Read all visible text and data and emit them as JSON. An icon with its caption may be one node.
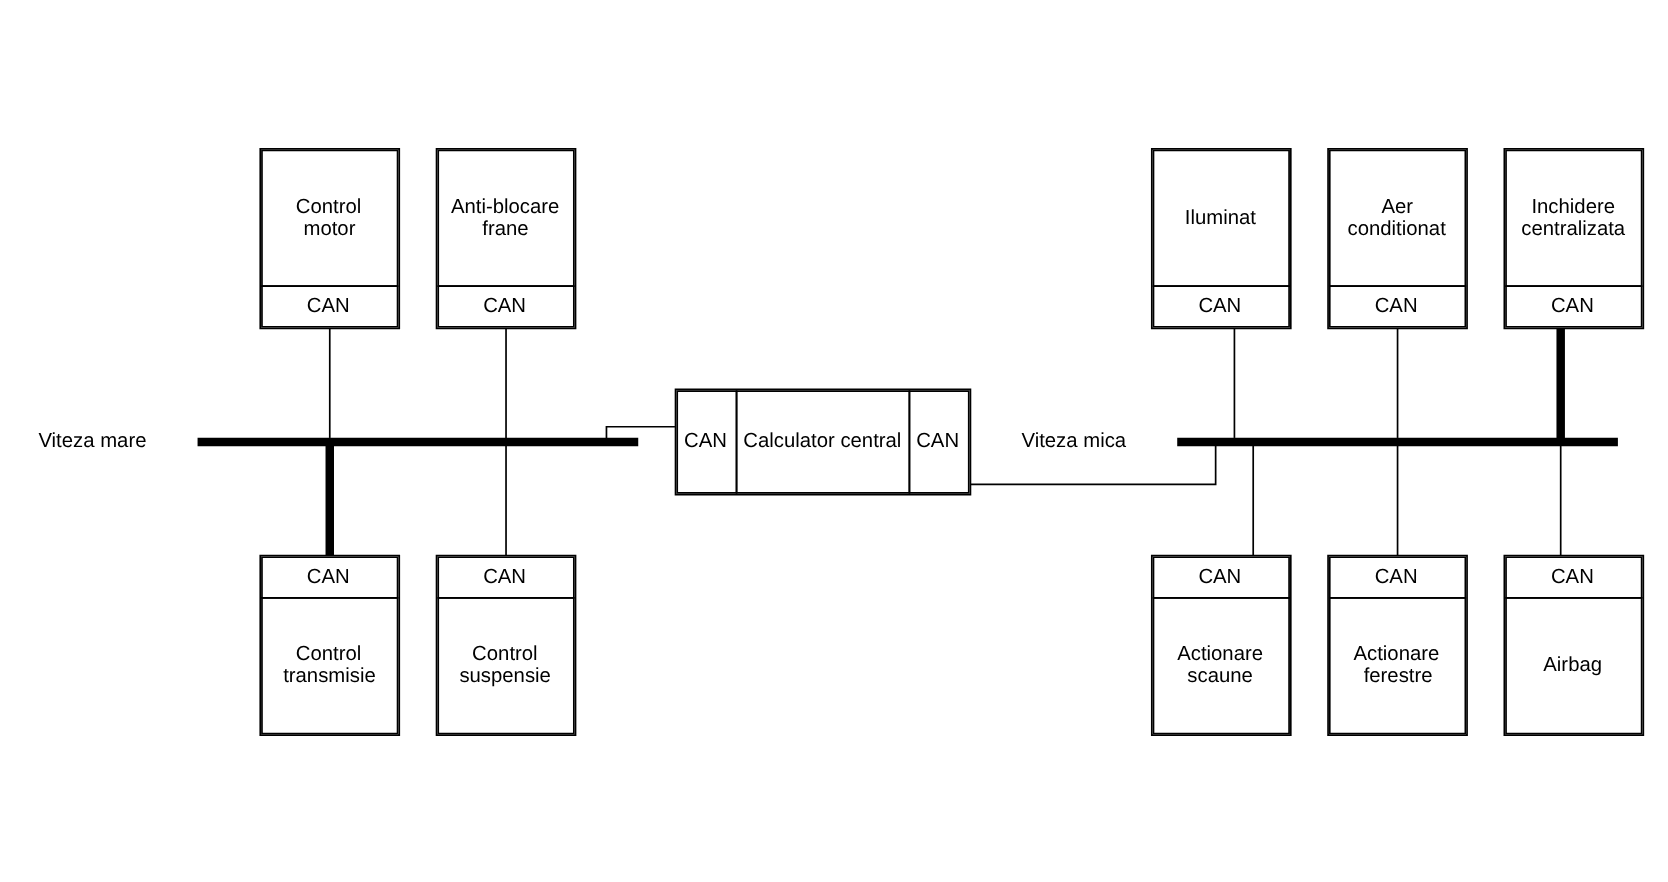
{
  "diagram": {
    "nodes": [
      {
        "text": [
          "Control motor",
          "CAN"
        ]
      },
      {
        "text": [
          "Anti-blocare frane",
          "CAN"
        ]
      },
      {
        "text": [
          "Iluminat",
          "CAN"
        ]
      },
      {
        "text": [
          "Aer conditionat",
          "CAN"
        ]
      },
      {
        "text": [
          "Inchidere centralizata",
          "CAN"
        ]
      },
      {
        "text": [],
        "shape": "bar"
      },
      {
        "text": [
          "CAN",
          "Calculator central",
          "CAN"
        ]
      },
      {
        "text": [],
        "shape": "bar"
      },
      {
        "text": [
          "CAN",
          "Control transmisie"
        ]
      },
      {
        "text": [
          "CAN",
          "Control suspensie"
        ]
      },
      {
        "text": [
          "CAN",
          "Actionare scaune"
        ]
      },
      {
        "text": [
          "CAN",
          "Actionare ferestre"
        ]
      },
      {
        "text": [
          "CAN",
          "Airbag"
        ]
      }
    ],
    "edges": [
      {
        "from": 0,
        "to": 5,
        "arrow": "none"
      },
      {
        "from": 1,
        "to": 5,
        "arrow": "none"
      },
      {
        "from": 5,
        "to": 6,
        "arrow": "none"
      },
      {
        "from": 6,
        "to": 7,
        "arrow": "none"
      },
      {
        "from": 2,
        "to": 7,
        "arrow": "none"
      },
      {
        "from": 3,
        "to": 7,
        "arrow": "none"
      },
      {
        "from": 4,
        "to": 7,
        "arrow": "none",
        "style": "thick"
      },
      {
        "from": 5,
        "to": 8,
        "arrow": "none",
        "style": "thick"
      },
      {
        "from": 5,
        "to": 9,
        "arrow": "none"
      },
      {
        "from": 7,
        "to": 10,
        "arrow": "none"
      },
      {
        "from": 7,
        "to": 11,
        "arrow": "none"
      },
      {
        "from": 7,
        "to": 12,
        "arrow": "none"
      }
    ],
    "labels": [
      "Viteza mare",
      "Viteza mica"
    ]
  }
}
